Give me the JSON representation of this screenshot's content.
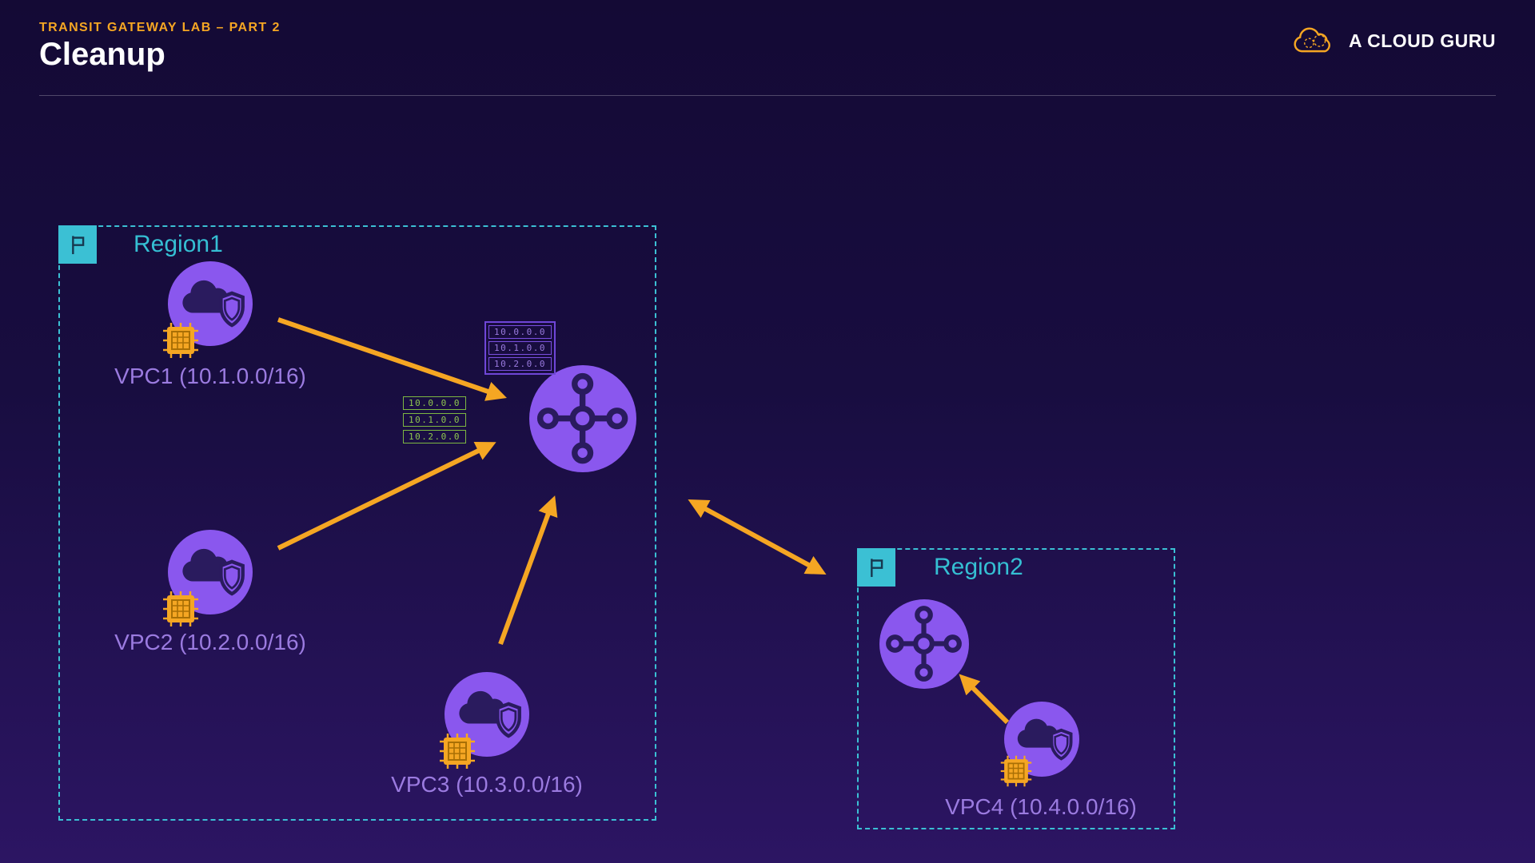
{
  "header": {
    "eyebrow": "TRANSIT GATEWAY LAB – PART 2",
    "title": "Cleanup"
  },
  "brand": {
    "name": "A CLOUD GURU"
  },
  "diagram": {
    "regions": [
      {
        "label": "Region1"
      },
      {
        "label": "Region2"
      }
    ],
    "vpcs": [
      {
        "label": "VPC1 (10.1.0.0/16)"
      },
      {
        "label": "VPC2 (10.2.0.0/16)"
      },
      {
        "label": "VPC3 (10.3.0.0/16)"
      },
      {
        "label": "VPC4 (10.4.0.0/16)"
      }
    ],
    "route_tables": {
      "transit_gateway": [
        "10.0.0.0",
        "10.1.0.0",
        "10.2.0.0"
      ],
      "vpc": [
        "10.0.0.0",
        "10.1.0.0",
        "10.2.0.0"
      ]
    }
  },
  "colors": {
    "accent_orange": "#f5a623",
    "region_cyan": "#3bc0d4",
    "node_purple": "#8a57ee",
    "label_purple": "#9b7be0",
    "route_green": "#8fc74f",
    "glyph_navy": "#2a1b5e",
    "background_top": "#140a35",
    "background_bottom": "#2c1563"
  }
}
